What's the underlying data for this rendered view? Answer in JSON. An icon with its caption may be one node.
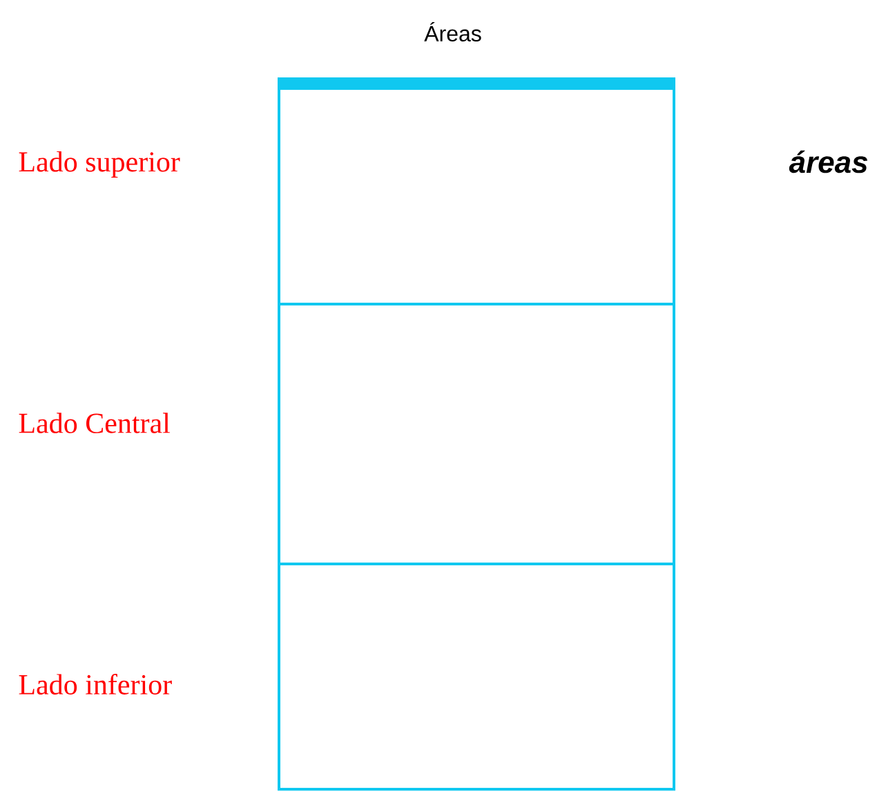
{
  "diagram": {
    "title": "Áreas",
    "nodes": [
      {
        "text": [],
        "shape": "box",
        "beside": [
          "Lado superior"
        ]
      },
      {
        "text": [],
        "shape": "box",
        "beside": [
          "Lado Central"
        ]
      },
      {
        "text": [],
        "shape": "box",
        "beside": [
          "Lado inferior"
        ]
      }
    ],
    "labels": [
      "áreas"
    ]
  }
}
